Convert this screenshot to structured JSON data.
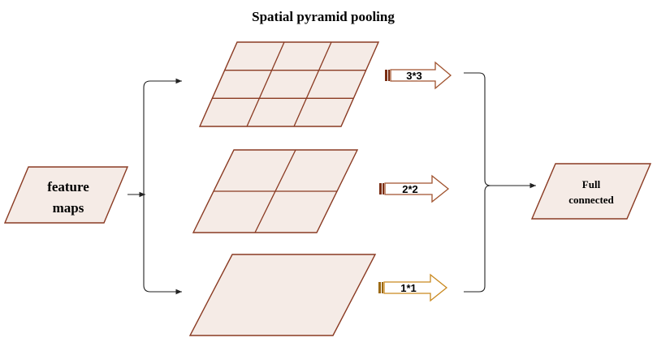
{
  "title": "Spatial pyramid pooling",
  "input": {
    "label_line1": "feature",
    "label_line2": "maps"
  },
  "levels": [
    {
      "label": "3*3",
      "grid": 3,
      "arrow_color": "#a0522d"
    },
    {
      "label": "2*2",
      "grid": 2,
      "arrow_color": "#a0522d"
    },
    {
      "label": "1*1",
      "grid": 1,
      "arrow_color": "#c9891f"
    }
  ],
  "output": {
    "label_line1": "Full",
    "label_line2": "connected"
  },
  "colors": {
    "fill": "#f5ebe6",
    "stroke": "#8a3a22",
    "connector": "#222222"
  }
}
